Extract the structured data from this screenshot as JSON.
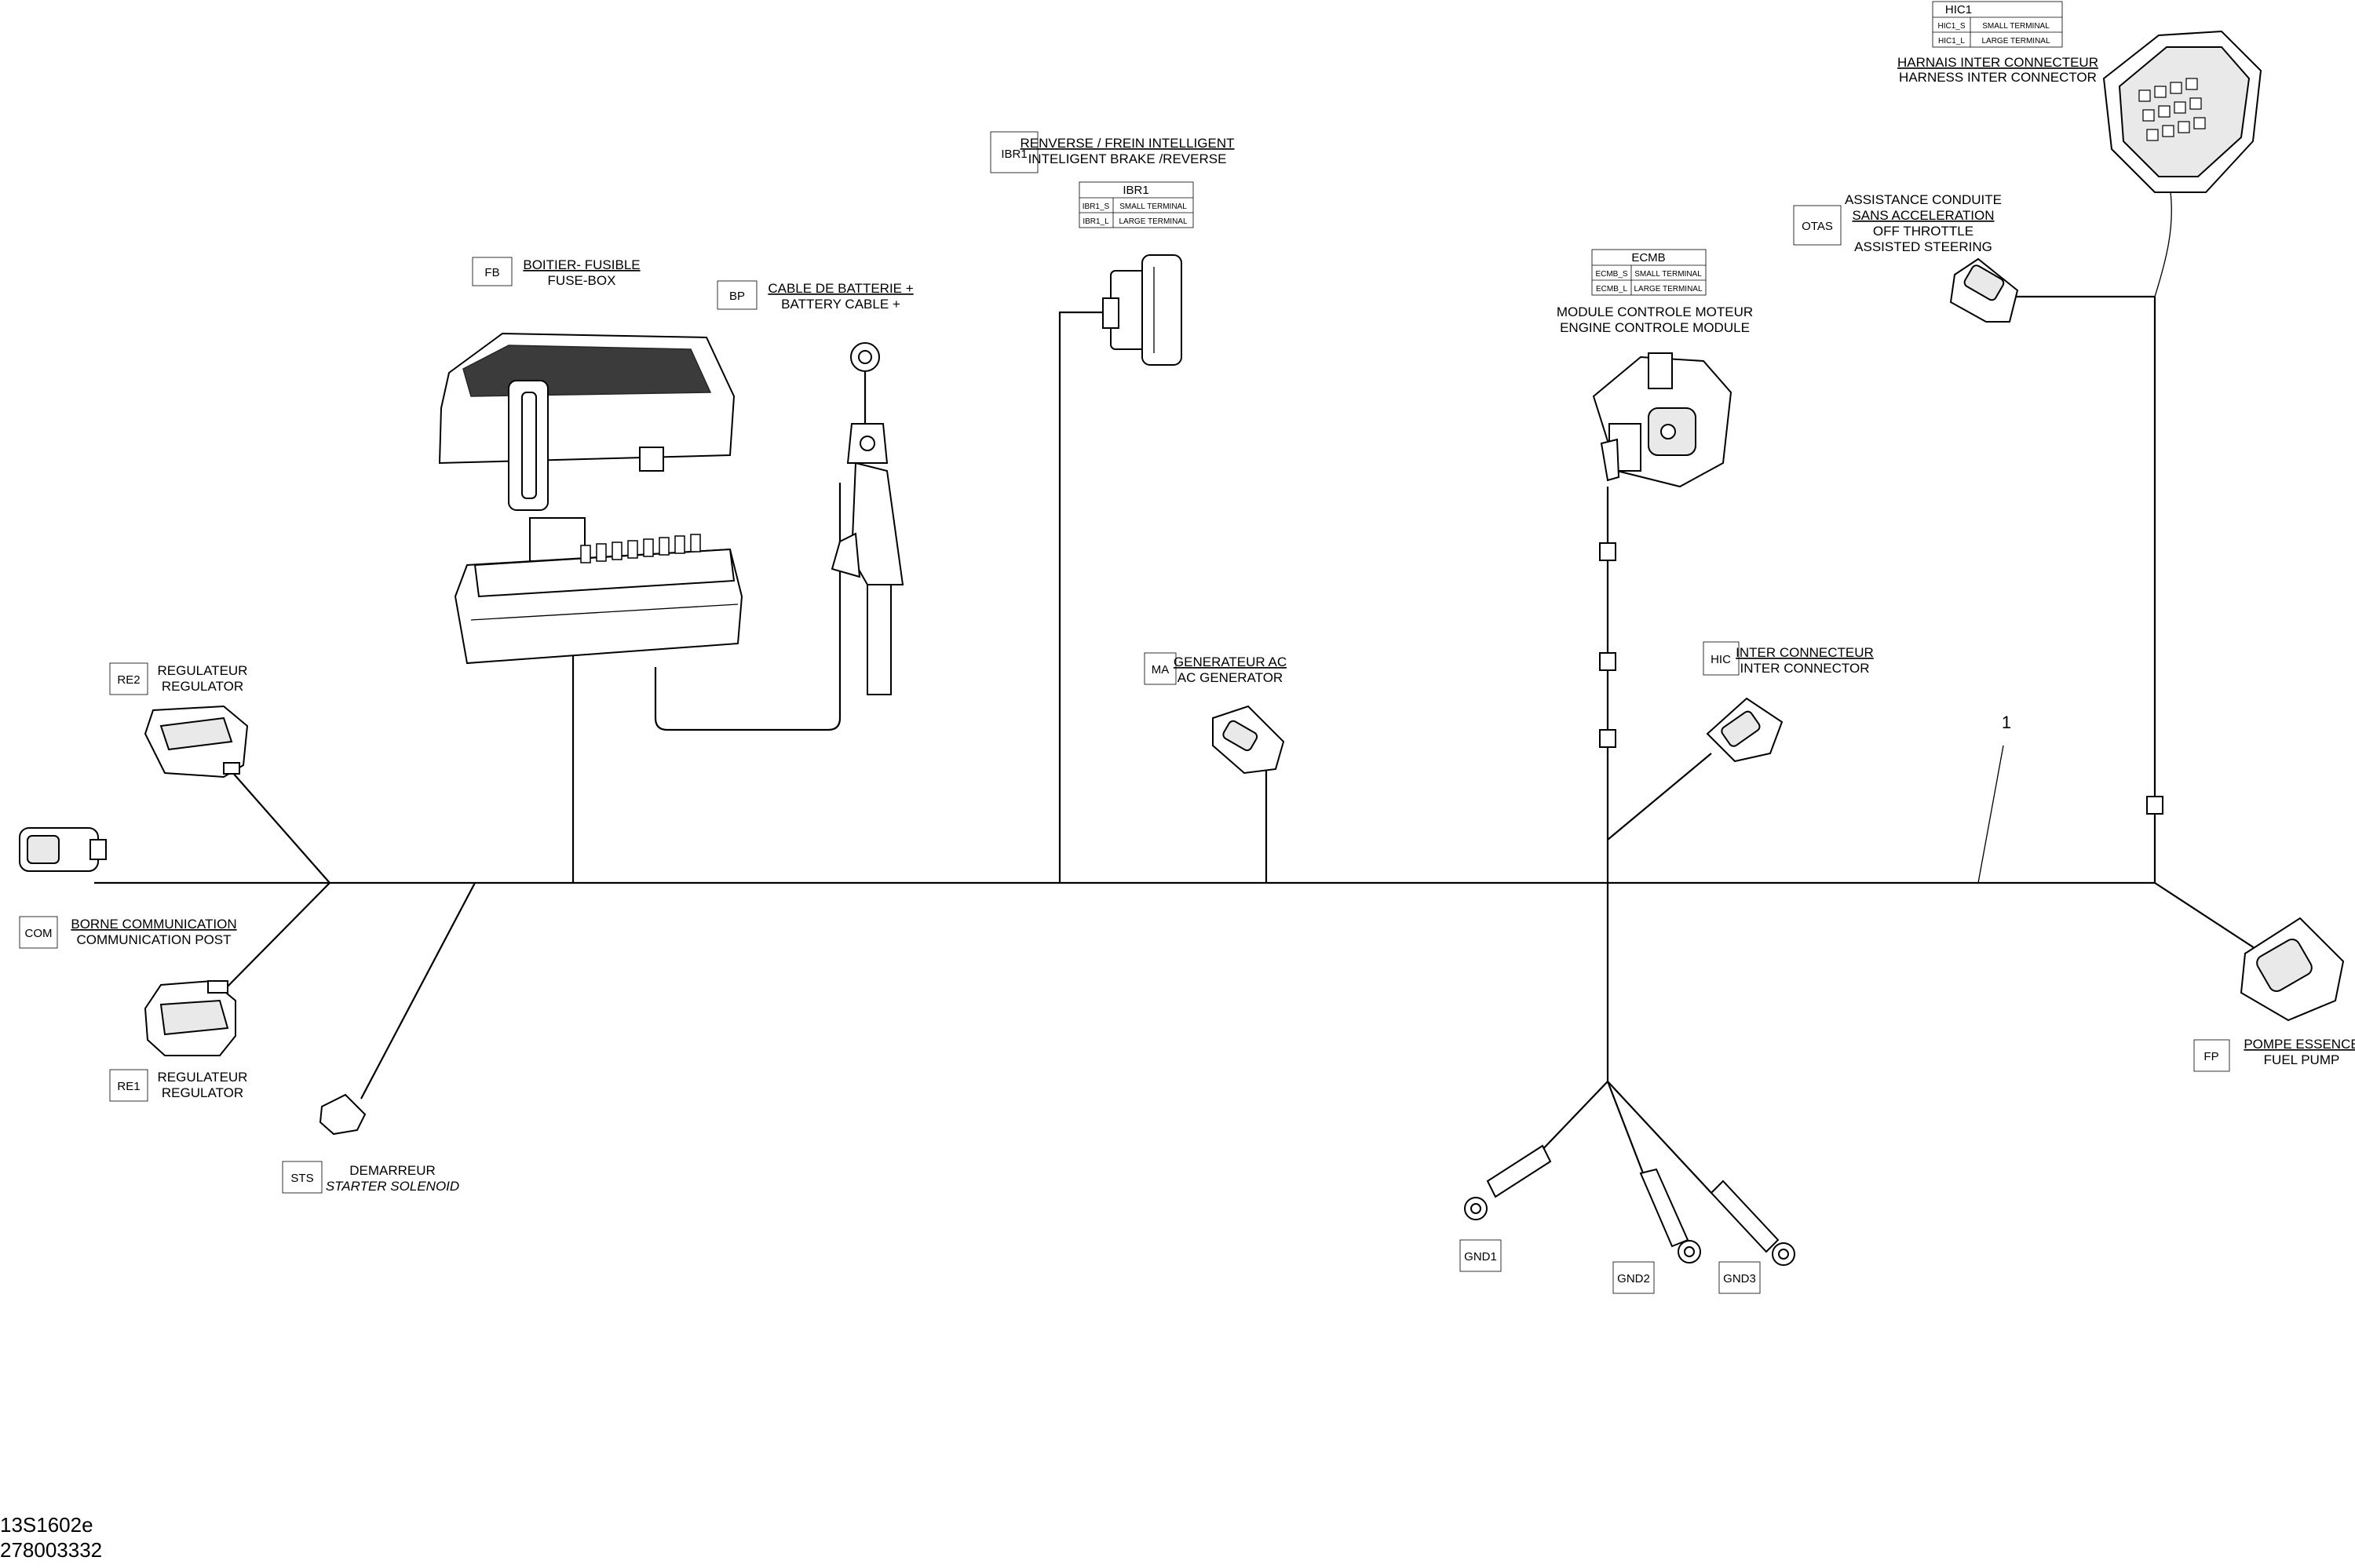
{
  "drawing_ids": {
    "figure": "13S1602e",
    "part_number": "278003332"
  },
  "callout": "1",
  "components": {
    "FB": {
      "code": "FB",
      "fr": "BOITIER- FUSIBLE",
      "en": "FUSE-BOX"
    },
    "BP": {
      "code": "BP",
      "fr": "CABLE DE BATTERIE +",
      "en": "BATTERY CABLE +"
    },
    "IBR1": {
      "code": "IBR1",
      "fr": "RENVERSE / FREIN INTELLIGENT",
      "en": "INTELIGENT BRAKE /REVERSE",
      "table_title": "IBR1",
      "rows": [
        {
          "id": "IBR1_S",
          "desc": "SMALL TERMINAL"
        },
        {
          "id": "IBR1_L",
          "desc": "LARGE TERMINAL"
        }
      ]
    },
    "ECMB": {
      "table_title": "ECMB",
      "rows": [
        {
          "id": "ECMB_S",
          "desc": "SMALL TERMINAL"
        },
        {
          "id": "ECMB_L",
          "desc": "LARGE TERMINAL"
        }
      ],
      "fr": "MODULE CONTROLE MOTEUR",
      "en": "ENGINE CONTROLE MODULE"
    },
    "HIC1": {
      "table_title": "HIC1",
      "rows": [
        {
          "id": "HIC1_S",
          "desc": "SMALL TERMINAL"
        },
        {
          "id": "HIC1_L",
          "desc": "LARGE TERMINAL"
        }
      ],
      "fr": "HARNAIS INTER CONNECTEUR",
      "en": "HARNESS INTER CONNECTOR"
    },
    "OTAS": {
      "code": "OTAS",
      "fr1": "ASSISTANCE CONDUITE",
      "fr2": "SANS ACCELERATION",
      "en1": "OFF THROTTLE",
      "en2": "ASSISTED STEERING"
    },
    "MA": {
      "code": "MA",
      "fr": "GENERATEUR AC",
      "en": "AC GENERATOR"
    },
    "HIC": {
      "code": "HIC",
      "fr": "INTER CONNECTEUR",
      "en": "INTER CONNECTOR"
    },
    "RE2": {
      "code": "RE2",
      "fr": "REGULATEUR",
      "en": "REGULATOR"
    },
    "COM": {
      "code": "COM",
      "fr": "BORNE COMMUNICATION",
      "en": "COMMUNICATION POST"
    },
    "RE1": {
      "code": "RE1",
      "fr": "REGULATEUR",
      "en": "REGULATOR"
    },
    "STS": {
      "code": "STS",
      "fr": "DEMARREUR",
      "en": "STARTER SOLENOID"
    },
    "FP": {
      "code": "FP",
      "fr": "POMPE ESSENCE",
      "en": "FUEL PUMP"
    },
    "GND1": {
      "code": "GND1"
    },
    "GND2": {
      "code": "GND2"
    },
    "GND3": {
      "code": "GND3"
    }
  }
}
